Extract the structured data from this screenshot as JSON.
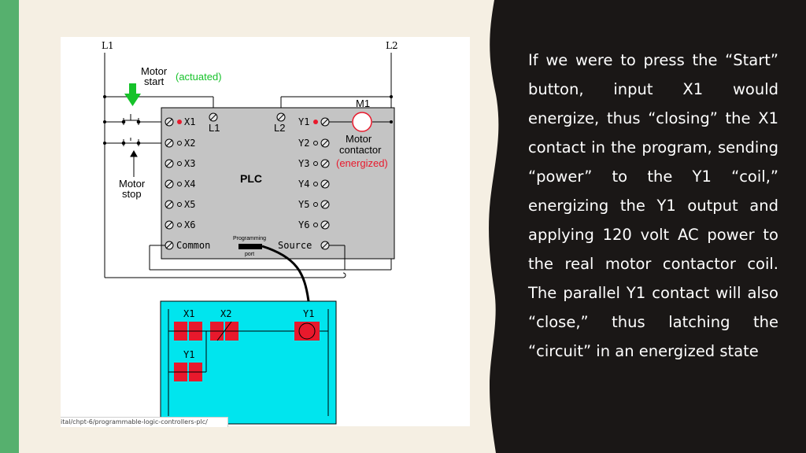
{
  "diagram": {
    "rail_left": "L1",
    "rail_right": "L2",
    "motor_start_label_1": "Motor",
    "motor_start_label_2": "start",
    "actuated_label": "(actuated)",
    "motor_stop_label_1": "Motor",
    "motor_stop_label_2": "stop",
    "plc_label": "PLC",
    "inputs": [
      "X1",
      "X2",
      "X3",
      "X4",
      "X5",
      "X6"
    ],
    "common_label": "Common",
    "outputs": [
      "Y1",
      "Y2",
      "Y3",
      "Y4",
      "Y5",
      "Y6"
    ],
    "source_label": "Source",
    "terminal_l1": "L1",
    "terminal_l2": "L2",
    "programming_port_1": "Programming",
    "programming_port_2": "port",
    "coil_label": "M1",
    "motor_contactor_1": "Motor",
    "motor_contactor_2": "contactor",
    "energized_label": "(energized)",
    "ladder_x1": "X1",
    "ladder_x2": "X2",
    "ladder_y1": "Y1",
    "ladder_y1_parallel": "Y1",
    "source_url": "ital/chpt-6/programmable-logic-controllers-plc/",
    "colors": {
      "active_red": "#e8192c",
      "ladder_bg": "#00e5ee",
      "plc_gray": "#c4c4c4",
      "arrow_green": "#16c22a"
    }
  },
  "explanation": "If we were to press the “Start” button, input X1 would energize, thus “closing” the X1 contact in the program, sending “power” to the Y1 “coil,” energizing the Y1 output and applying 120 volt AC power to the real motor contactor coil. The parallel Y1 contact will also “close,” thus latching the “circuit” in an energized state"
}
